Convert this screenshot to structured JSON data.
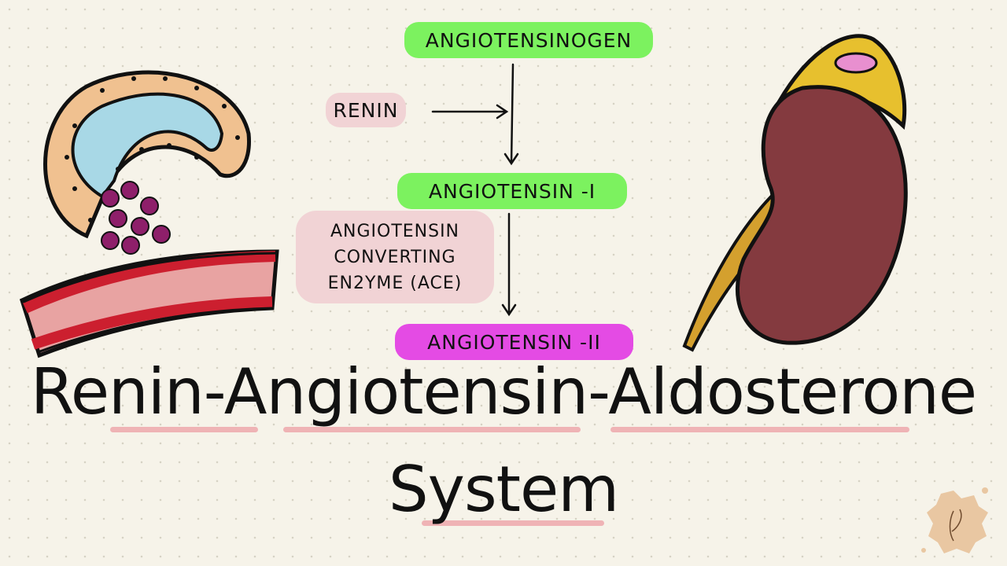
{
  "diagram": {
    "nodes": {
      "angiotensinogen": "ANGIOTENSINOGEN",
      "renin": "RENIN",
      "angiotensin_1": "ANGIOTENSIN -I",
      "ace": [
        "ANGIOTENSIN",
        "CONVERTING",
        "EN2YME (ACE)"
      ],
      "angiotensin_2": "ANGIOTENSIN -II"
    }
  },
  "title": {
    "line1": "Renin-Angiotensin-Aldosterone",
    "line2": "System"
  },
  "colors": {
    "background": "#f6f3e9",
    "green_pill": "#7cf25f",
    "magenta_pill": "#e44be4",
    "pink_pill": "#f1d3d5",
    "underline": "#efb3b5",
    "kidney": "#843a3f",
    "adrenal": "#e7c02e",
    "lumen": "#a8d8e6",
    "vessel": "#e8a3a2",
    "vessel_red": "#cc1f2f"
  },
  "icons": [
    "juxtaglomerular-apparatus-illustration",
    "kidney-illustration",
    "logo-badge"
  ]
}
